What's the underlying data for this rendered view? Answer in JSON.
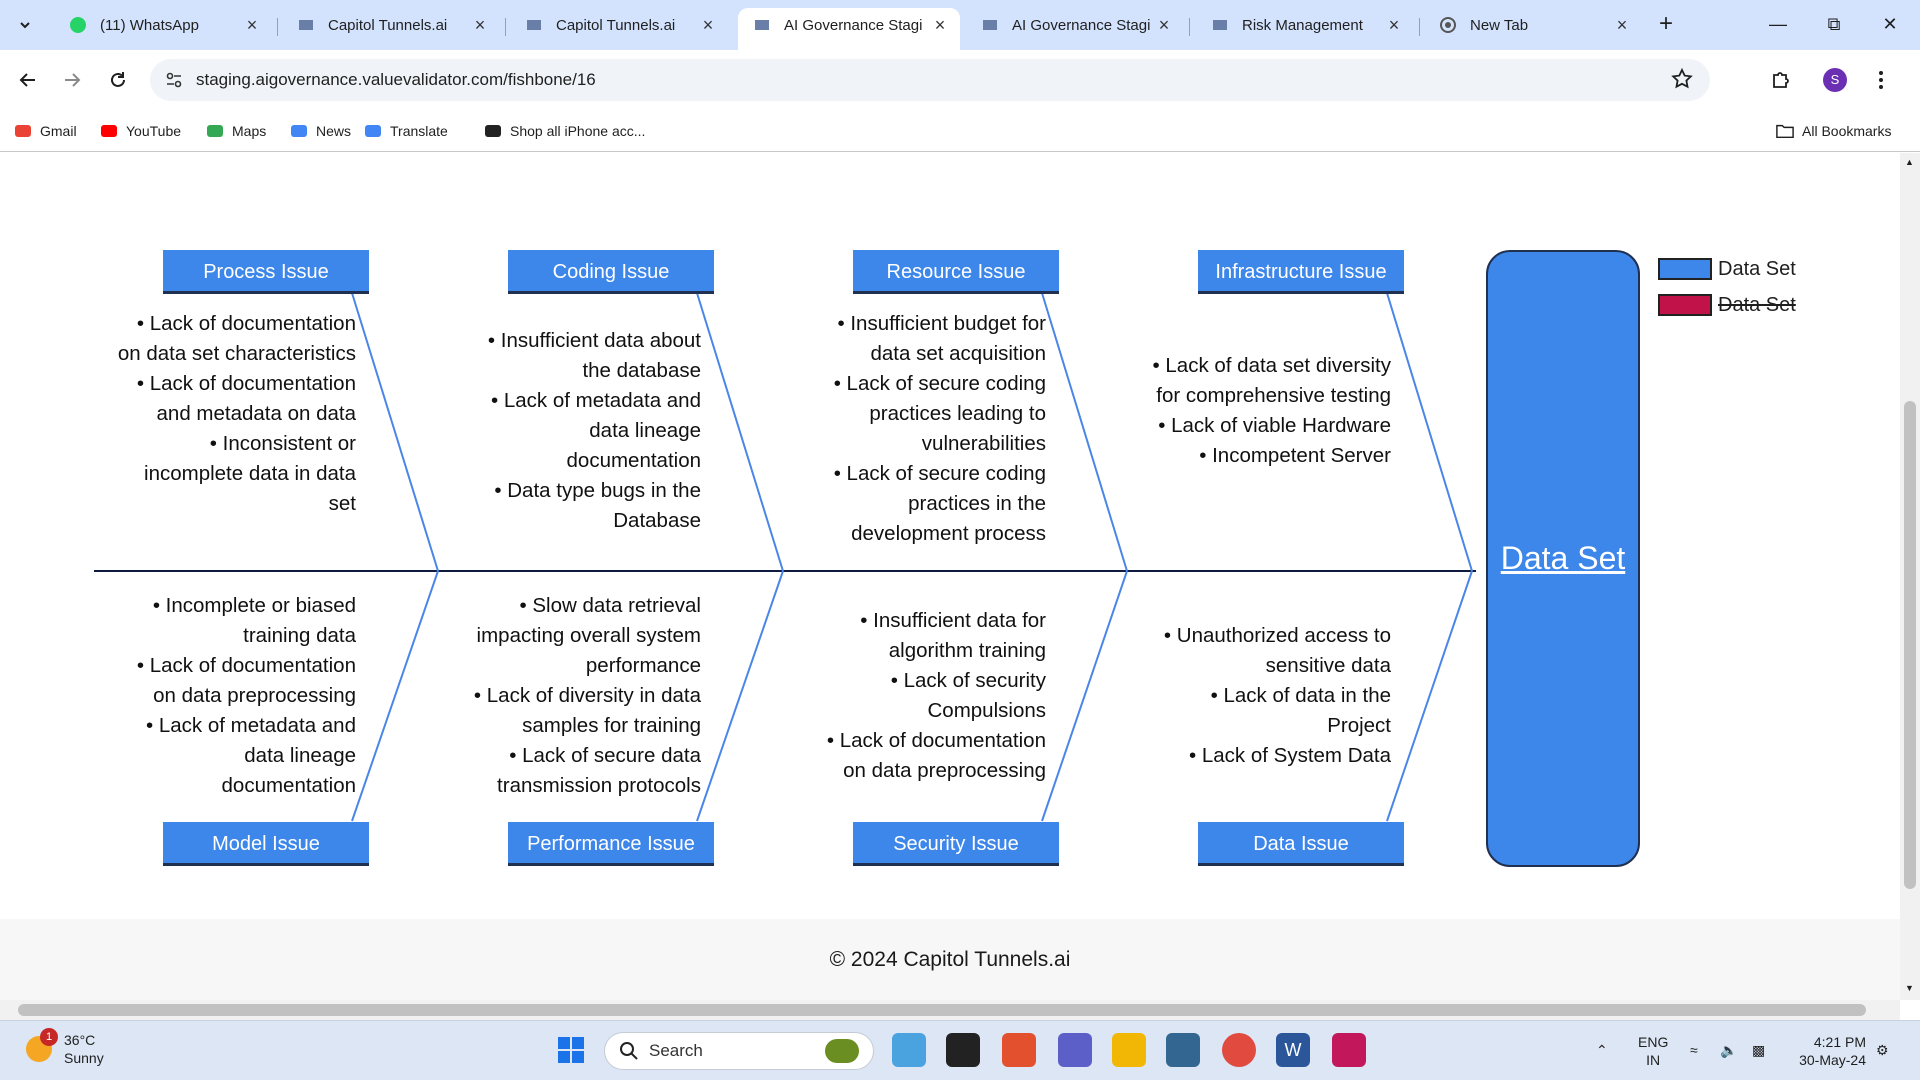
{
  "browser": {
    "tabs": [
      {
        "title": "(11) WhatsApp",
        "icon": "whatsapp-icon"
      },
      {
        "title": "Capitol Tunnels.ai",
        "icon": "site-favicon"
      },
      {
        "title": "Capitol Tunnels.ai",
        "icon": "site-favicon"
      },
      {
        "title": "AI Governance Stagi",
        "icon": "site-favicon",
        "active": true
      },
      {
        "title": "AI Governance Stagi",
        "icon": "site-favicon"
      },
      {
        "title": "Risk Management",
        "icon": "site-favicon"
      },
      {
        "title": "New Tab",
        "icon": "chrome-icon"
      }
    ],
    "url": "staging.aigovernance.valuevalidator.com/fishbone/16",
    "profile_initial": "S",
    "bookmarks": [
      {
        "label": "Gmail",
        "icon": "gmail-icon"
      },
      {
        "label": "YouTube",
        "icon": "youtube-icon"
      },
      {
        "label": "Maps",
        "icon": "maps-icon"
      },
      {
        "label": "News",
        "icon": "news-icon"
      },
      {
        "label": "Translate",
        "icon": "translate-icon"
      },
      {
        "label": "Shop all iPhone acc...",
        "icon": "apple-icon"
      }
    ],
    "all_bookmarks": "All Bookmarks"
  },
  "fishbone": {
    "effect": "Data Set",
    "top": [
      {
        "category": "Process Issue",
        "causes": [
          "• Lack of documentation on data set characteristics",
          "• Lack of documentation and metadata on data",
          "• Inconsistent or incomplete data in data set"
        ]
      },
      {
        "category": "Coding Issue",
        "causes": [
          "• Insufficient data about the database",
          "• Lack of metadata and data lineage documentation",
          "• Data type bugs in the Database"
        ]
      },
      {
        "category": "Resource Issue",
        "causes": [
          "• Insufficient budget for data set acquisition",
          "• Lack of secure coding practices leading to vulnerabilities",
          "• Lack of secure coding practices in the development process"
        ]
      },
      {
        "category": "Infrastructure Issue",
        "causes": [
          "• Lack of data set diversity for comprehensive testing",
          "• Lack of viable Hardware",
          "• Incompetent Server"
        ]
      }
    ],
    "bottom": [
      {
        "category": "Model Issue",
        "causes": [
          "• Incomplete or biased training data",
          "• Lack of documentation on data preprocessing",
          "• Lack of metadata and data lineage documentation"
        ]
      },
      {
        "category": "Performance Issue",
        "causes": [
          "• Slow data retrieval impacting overall system performance",
          "• Lack of diversity in data samples for training",
          "• Lack of secure data transmission protocols"
        ]
      },
      {
        "category": "Security Issue",
        "causes": [
          "• Insufficient data for algorithm training",
          "• Lack of security Compulsions",
          "• Lack of documentation on data preprocessing"
        ]
      },
      {
        "category": "Data Issue",
        "causes": [
          "• Unauthorized access to sensitive data",
          "• Lack of data in the Project",
          "• Lack of System Data"
        ]
      }
    ],
    "legend": [
      {
        "label": "Data Set",
        "color": "#3d86ea",
        "hidden": false
      },
      {
        "label": "Data Set",
        "color": "#c2124a",
        "hidden": true
      }
    ],
    "colors": {
      "category": "#3d86ea",
      "bone": "#4a86e8",
      "spine": "#0d1b3e"
    }
  },
  "footer": {
    "text": "© 2024 Capitol Tunnels.ai"
  },
  "taskbar": {
    "weather_temp": "36°C",
    "weather_desc": "Sunny",
    "weather_badge": "1",
    "search": "Search",
    "lang1": "ENG",
    "lang2": "IN",
    "time": "4:21 PM",
    "date": "30-May-24"
  }
}
